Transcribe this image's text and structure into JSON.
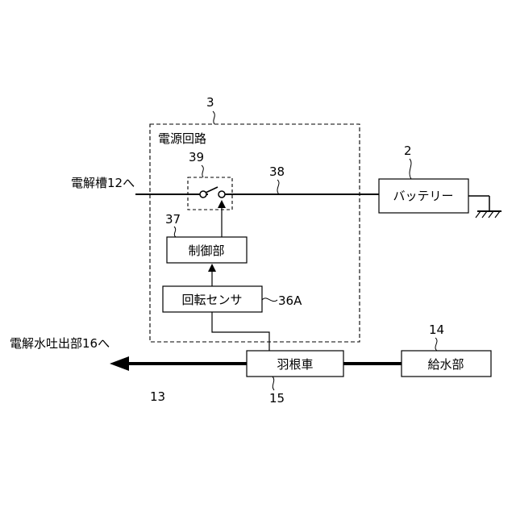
{
  "labels": {
    "circuit_ref": "3",
    "circuit_title": "電源回路",
    "switch_ref": "39",
    "line_ref": "38",
    "battery_ref": "2",
    "battery": "バッテリー",
    "to_electrolytic_tank": "電解槽12へ",
    "control_ref": "37",
    "control": "制御部",
    "sensor": "回転センサ",
    "sensor_ref": "36A",
    "to_outlet": "電解水吐出部16へ",
    "water_supply_ref": "14",
    "water_supply": "給水部",
    "impeller": "羽根車",
    "impeller_ref": "15",
    "pipe_ref": "13"
  }
}
